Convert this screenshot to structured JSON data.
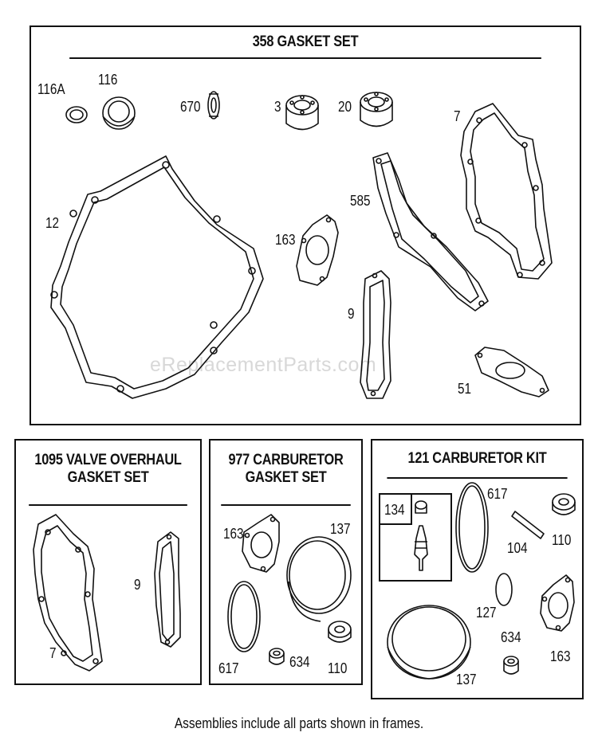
{
  "frames": {
    "gasket_set": {
      "title": "358 GASKET SET"
    },
    "valve_overhaul": {
      "title_line1": "1095 VALVE OVERHAUL",
      "title_line2": "GASKET SET"
    },
    "carb_gasket": {
      "title_line1": "977 CARBURETOR",
      "title_line2": "GASKET SET"
    },
    "carb_kit": {
      "title": "121 CARBURETOR KIT"
    }
  },
  "labels": {
    "gasket_set": {
      "p116a": "116A",
      "p116": "116",
      "p670": "670",
      "p3": "3",
      "p20": "20",
      "p7": "7",
      "p12": "12",
      "p585": "585",
      "p163": "163",
      "p9": "9",
      "p51": "51"
    },
    "valve_overhaul": {
      "p9": "9",
      "p7": "7"
    },
    "carb_gasket": {
      "p163": "163",
      "p137": "137",
      "p617": "617",
      "p634": "634",
      "p110": "110"
    },
    "carb_kit": {
      "p134": "134",
      "p617": "617",
      "p104": "104",
      "p110": "110",
      "p127": "127",
      "p634": "634",
      "p137": "137",
      "p163": "163"
    }
  },
  "watermark": "eReplacementParts.com",
  "footer": "Assemblies include all parts shown in frames."
}
